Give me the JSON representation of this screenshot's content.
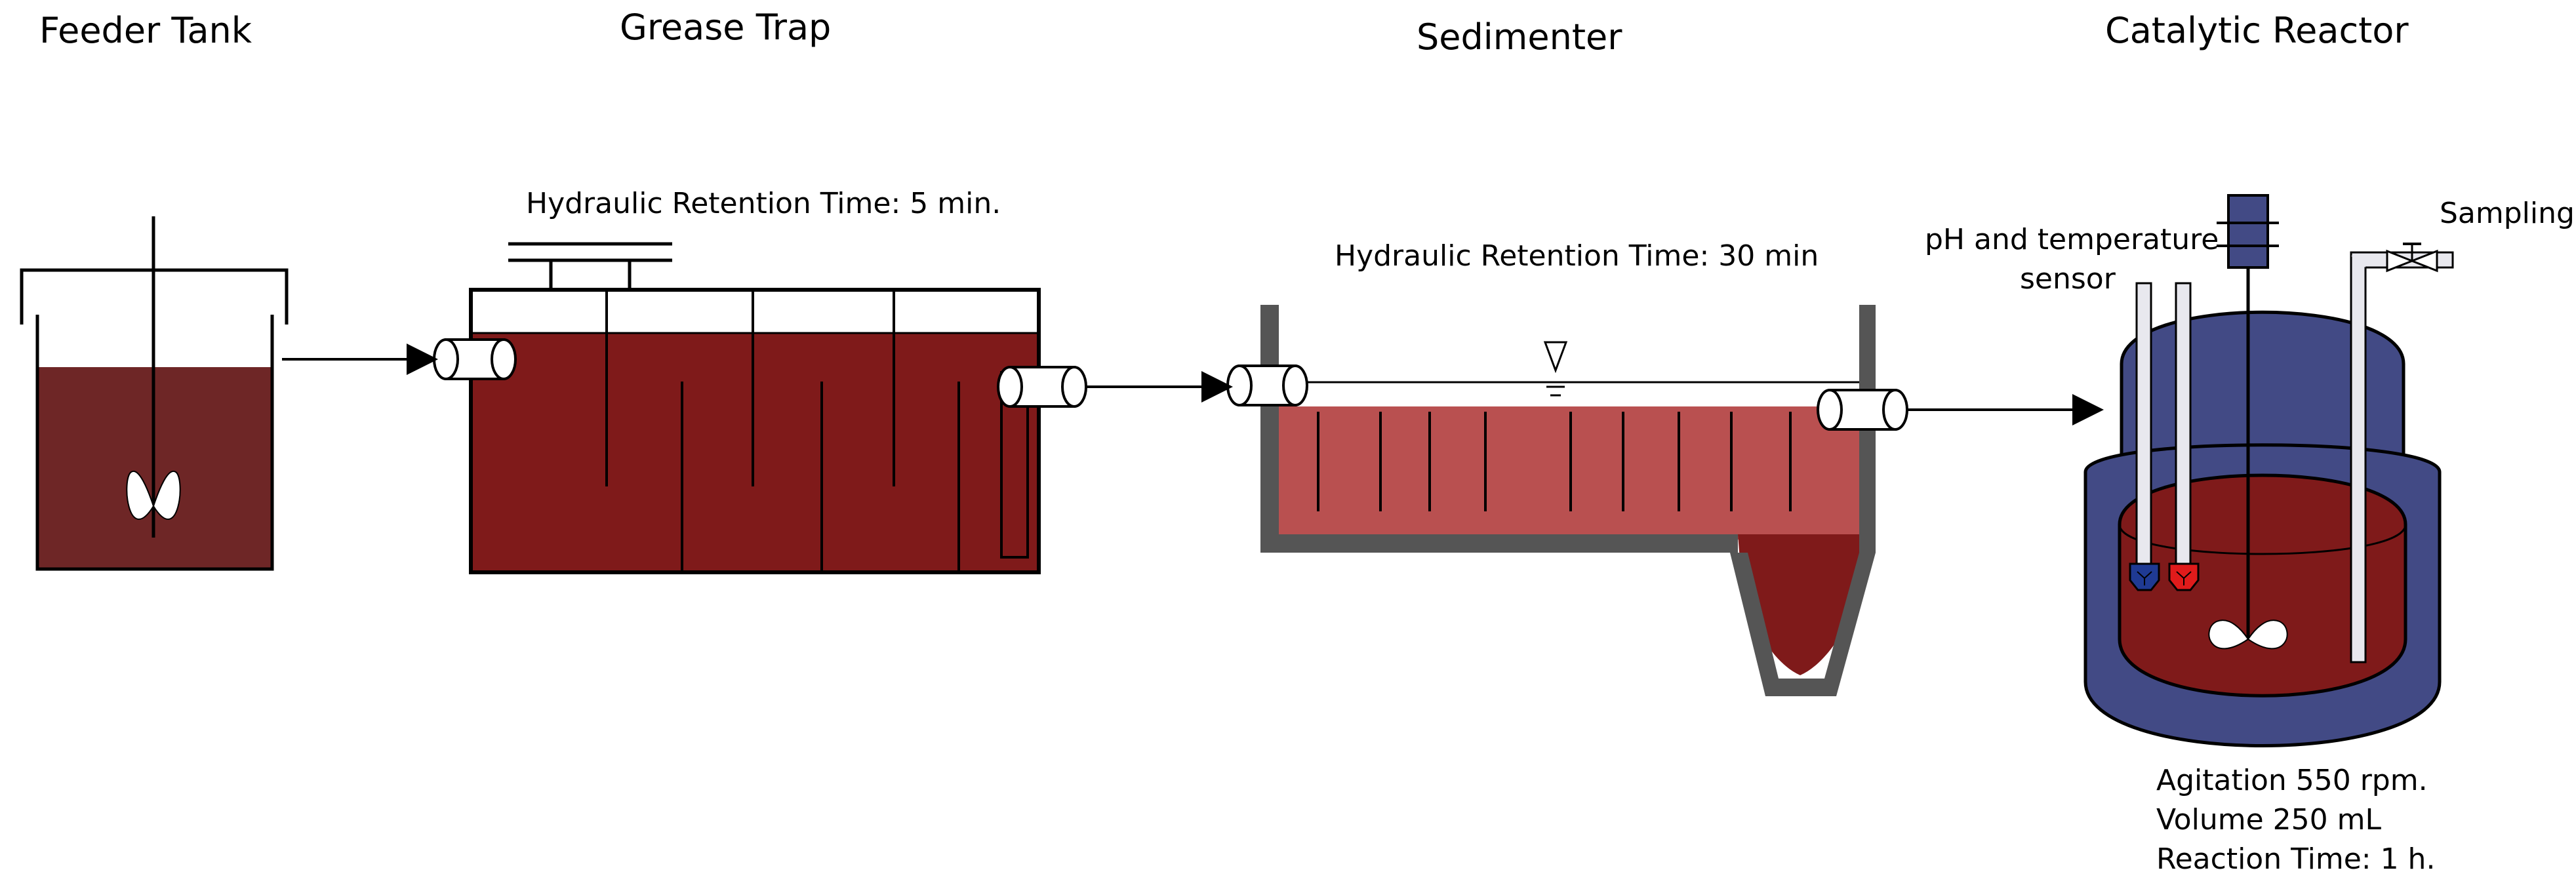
{
  "titles": {
    "feeder": "Feeder Tank",
    "grease": "Grease Trap",
    "sedimenter": "Sedimenter",
    "reactor": "Catalytic Reactor"
  },
  "annotations": {
    "grease_hrt": "Hydraulic Retention Time: 5 min.",
    "sedimenter_hrt": "Hydraulic Retention Time: 30 min",
    "sensor_line1": "pH and temperature",
    "sensor_line2": "sensor",
    "sampling": "Sampling",
    "agitation": "Agitation 550 rpm.",
    "volume": "Volume 250 mL",
    "reaction_time": "Reaction Time: 1 h."
  },
  "colors": {
    "feeder_liquid": "#6e2626",
    "grease_liquid": "#7f1a1a",
    "sedimenter_liquid": "#b95050",
    "sludge": "#7f1a1a",
    "jacket": "#424a85",
    "reactor_liquid": "#7f1a1a",
    "wall": "#555555",
    "sensor_ph": "#1f3a93",
    "sensor_temp": "#e01b1b"
  }
}
